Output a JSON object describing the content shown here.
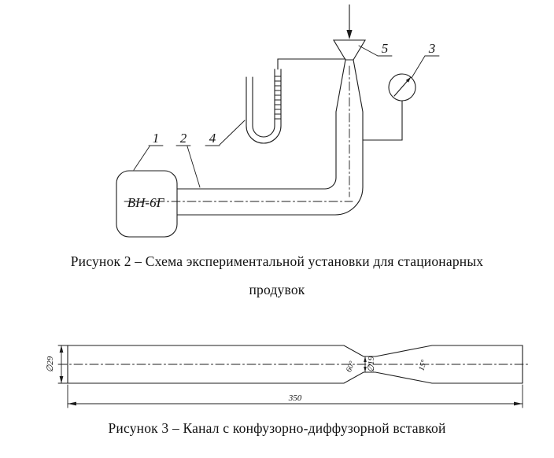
{
  "ink_color": "#1c1c1c",
  "figure2": {
    "device_label": "ВН-6Г",
    "callouts": {
      "device": "1",
      "pipe": "2",
      "gauge": "3",
      "manometer": "4",
      "funnel": "5"
    },
    "caption_line1": "Рисунок 2 – Схема экспериментальной установки для стационарных",
    "caption_line2": "продувок"
  },
  "figure3": {
    "dimensions": {
      "inlet_diameter": "∅29",
      "confusor_angle": "60°",
      "throat_diameter": "∅19",
      "diffuser_angle": "15°",
      "length": "350"
    },
    "caption": "Рисунок 3 – Канал с конфузорно-диффузорной вставкой"
  }
}
